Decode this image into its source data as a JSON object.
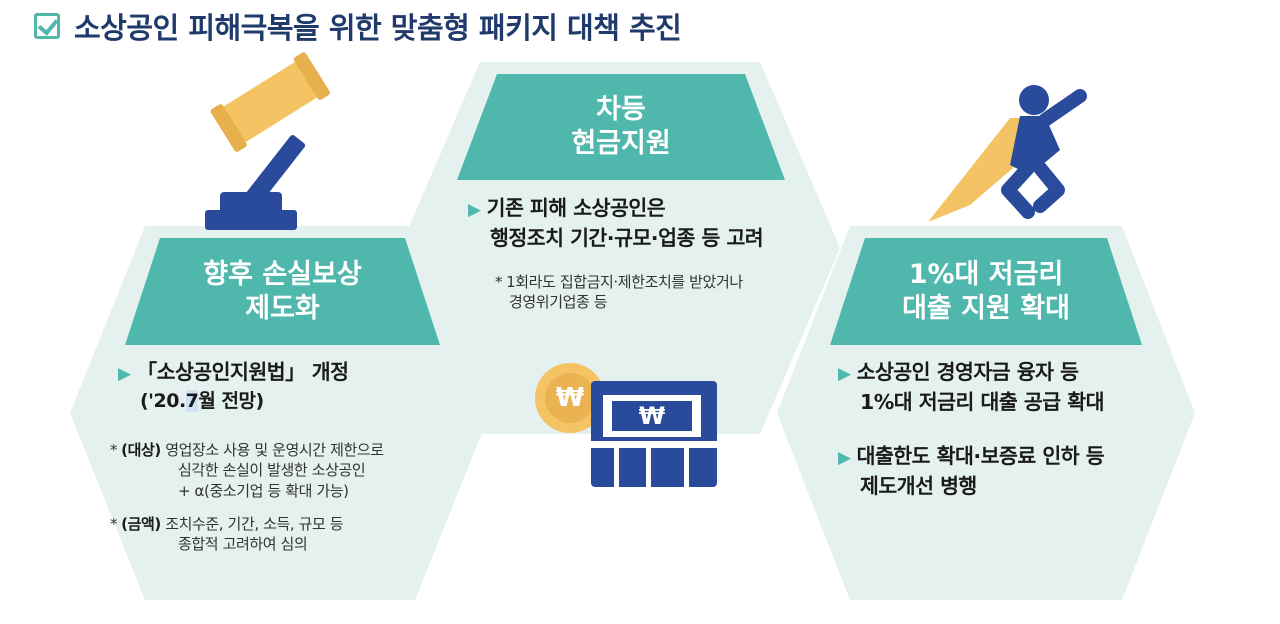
{
  "header": {
    "title": "소상공인 피해극복을 위한 맞춤형 패키지 대책 추진",
    "check_icon": "checkbox-icon"
  },
  "colors": {
    "hex_light": "#e4f1ef",
    "banner": "#4fb7ab",
    "navy": "#2a4a9c",
    "gold": "#f3c364",
    "title": "#1f3a6b"
  },
  "cards": {
    "left": {
      "banner_line1": "향후 손실보상",
      "banner_line2": "제도화",
      "bullet1_line1": "「소상공인지원법」 개정",
      "bullet1_line2_pre": "('20.",
      "bullet1_line2_hl": "7",
      "bullet1_line2_post": "월 전망)",
      "note1_label": "(대상)",
      "note1_line1": "영업장소 사용 및 운영시간 제한으로",
      "note1_line2": "심각한 손실이 발생한 소상공인",
      "note1_line3": "+ α(중소기업 등 확대 가능)",
      "note2_label": "(금액)",
      "note2_line1": "조치수준, 기간, 소득, 규모 등",
      "note2_line2": "종합적 고려하여 심의"
    },
    "center": {
      "banner_line1": "차등",
      "banner_line2": "현금지원",
      "bullet1_line1": "기존 피해 소상공인은",
      "bullet1_line2": "행정조치 기간·규모·업종 등 고려",
      "note1_line1": "1회라도 집합금지·제한조치를 받았거나",
      "note1_line2": "경영위기업종 등",
      "coin_symbol": "₩",
      "atm_symbol": "₩"
    },
    "right": {
      "banner_line1": "1%대 저금리",
      "banner_line2": "대출 지원 확대",
      "bullet1_line1": "소상공인 경영자금 융자 등",
      "bullet1_line2": "1%대 저금리 대출 공급 확대",
      "bullet2_line1": "대출한도 확대·보증료 인하 등",
      "bullet2_line2": "제도개선 병행"
    }
  }
}
